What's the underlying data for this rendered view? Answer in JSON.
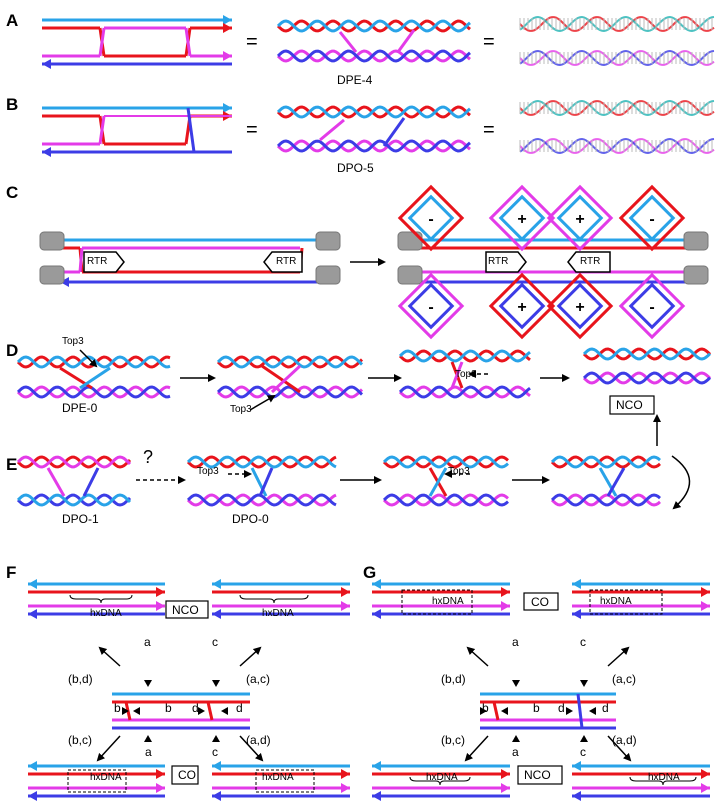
{
  "colors": {
    "red": "#e8141c",
    "magenta": "#e33be8",
    "lightblue": "#29a3e8",
    "blue": "#3c3ce6",
    "gray": "#999999"
  },
  "panel_labels": {
    "A": "A",
    "B": "B",
    "C": "C",
    "D": "D",
    "E": "E",
    "F": "F",
    "G": "G"
  },
  "equals": "=",
  "labels": {
    "dpe4": "DPE-4",
    "dpo5": "DPO-5",
    "rtr": "RTR",
    "plus": "+",
    "minus": "-",
    "dpe0": "DPE-0",
    "dpo1": "DPO-1",
    "dpo0": "DPO-0",
    "top3": "Top3",
    "nco": "NCO",
    "co": "CO",
    "question": "?",
    "hxdna": "hxDNA",
    "a": "a",
    "b": "b",
    "c": "c",
    "d": "d",
    "bd": "(b,d)",
    "ac": "(a,c)",
    "bc": "(b,c)",
    "ad": "(a,d)"
  }
}
